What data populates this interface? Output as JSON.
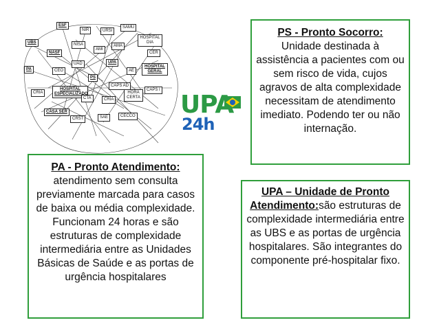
{
  "network": {
    "nodes": [
      "ESF",
      "NIR",
      "URSI",
      "SAMU",
      "UBS",
      "HOSPITAL DIA",
      "NISA",
      "AMI",
      "AMA",
      "NASF",
      "CER",
      "PA",
      "UAD",
      "UPA",
      "AE",
      "HOSPITAL GERAL",
      "CEO",
      "PS",
      "CAPS AD",
      "CRIA",
      "HOSPITAL ESPECIALIZADO",
      "CTA",
      "CRIA",
      "HORA CERTA",
      "CAPS I",
      "CASA SER",
      "CRST",
      "SAE",
      "CECCO"
    ]
  },
  "logo": {
    "upa": "UPA",
    "h24": "24h"
  },
  "ps": {
    "heading": "PS - Pronto Socorro:",
    "body": "Unidade destinada à assistência a pacientes com ou sem risco de vida, cujos agravos de alta complexidade necessitam de atendimento imediato. Podendo ter ou não internação."
  },
  "pa": {
    "heading": "PA - Pronto Atendimento:",
    "body": "atendimento sem consulta previamente marcada para casos de baixa ou média complexidade. Funcionam 24 horas e são estruturas de complexidade intermediária entre as Unidades Básicas de Saúde e as portas de urgência hospitalares"
  },
  "upa": {
    "heading": "UPA – Unidade de Pronto Atendimento:",
    "body": "são estruturas de complexidade intermediária entre as UBS e as portas de urgência hospitalares. São integrantes do componente pré-hospitalar fixo."
  },
  "colors": {
    "box_border": "#2e9e3a",
    "logo_green": "#2c9a45",
    "logo_blue": "#1e62b7"
  }
}
